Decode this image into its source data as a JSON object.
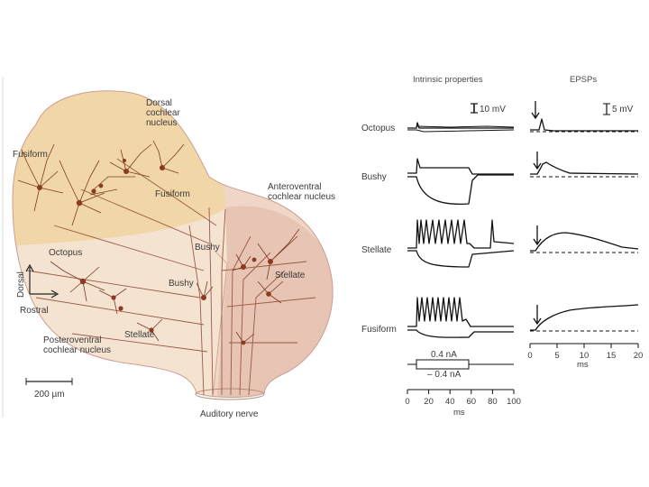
{
  "anatomy": {
    "regions": {
      "dorsal": "Dorsal\ncochlear\nnucleus",
      "anteroventral": "Anteroventral\ncochlear nucleus",
      "posteroventral": "Posteroventral\ncochlear nucleus"
    },
    "cells": {
      "fusiform_a": "Fusiform",
      "fusiform_b": "Fusiform",
      "octopus": "Octopus",
      "bushy_a": "Bushy",
      "bushy_b": "Bushy",
      "stellate_a": "Stellate",
      "stellate_b": "Stellate"
    },
    "nerve": "Auditory nerve",
    "orientation": {
      "dorsal": "Dorsal",
      "rostral": "Rostral"
    },
    "scale_bar": "200 µm"
  },
  "panels": {
    "intrinsic_header": "Intrinsic properties",
    "epsp_header": "EPSPs",
    "intrinsic_scale": "10 mV",
    "epsp_scale": "5 mV",
    "rows": [
      "Octopus",
      "Bushy",
      "Stellate",
      "Fusiform"
    ],
    "current_pos": "0.4 nA",
    "current_neg": "– 0.4 nA",
    "intrinsic_axis": {
      "ticks": [
        "0",
        "20",
        "40",
        "60",
        "80",
        "100"
      ],
      "label": "ms"
    },
    "epsp_axis": {
      "ticks": [
        "0",
        "5",
        "10",
        "15",
        "20"
      ],
      "label": "ms"
    }
  },
  "colors": {
    "dorsal_fill": "#f0d4a6",
    "ventral_fill": "#efd5c8",
    "cell_ink": "#7a3b22"
  }
}
